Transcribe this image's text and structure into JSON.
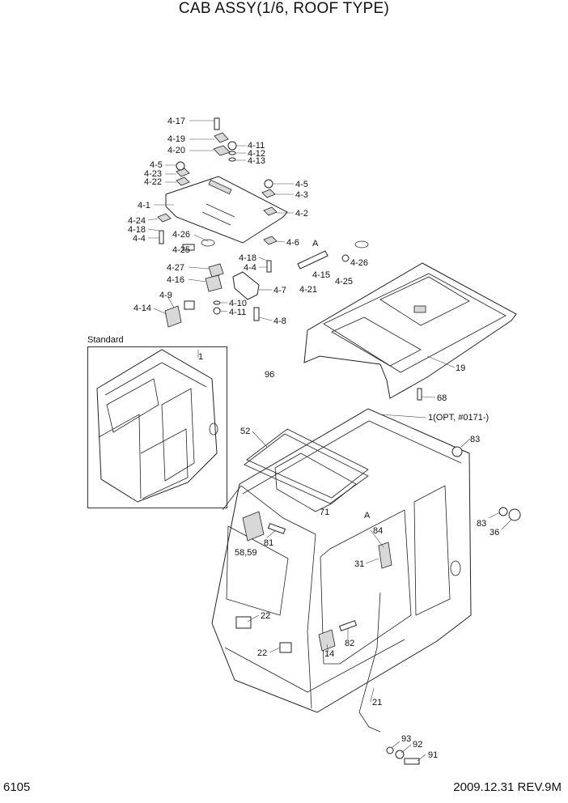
{
  "header": {
    "title": "CAB ASSY(1/6, ROOF TYPE)"
  },
  "footer": {
    "page": "6105",
    "revision": "2009.12.31  REV.9M"
  },
  "inset": {
    "caption": "Standard"
  },
  "callouts": [
    "4-17",
    "4-19",
    "4-20",
    "4-11",
    "4-12",
    "4-13",
    "4-5",
    "4-23",
    "4-22",
    "4-5",
    "4-3",
    "4-1",
    "4-2",
    "4-24",
    "4-18",
    "4-4",
    "4-26",
    "4-25",
    "4-6",
    "A",
    "4-26",
    "4-18",
    "4-4",
    "4-27",
    "4-16",
    "4-15",
    "4-21",
    "4-25",
    "4-7",
    "4-9",
    "4-10",
    "4-14",
    "4-11",
    "4-8",
    "1",
    "96",
    "19",
    "68",
    "52",
    "1(OPT, #0171-)",
    "83",
    "71",
    "A",
    "83",
    "36",
    "84",
    "58,59",
    "81",
    "31",
    "22",
    "22",
    "14",
    "82",
    "21",
    "93",
    "92",
    "91"
  ]
}
